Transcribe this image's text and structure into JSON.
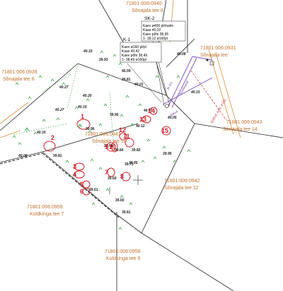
{
  "parcels": [
    {
      "id": "71801:006:0940",
      "address": "Sõnajala tee 8"
    },
    {
      "id": "71801:006:0931",
      "address": "Sõnajala tee"
    },
    {
      "id": "71801:006:0939",
      "address": "Sõnajala tee 6"
    },
    {
      "id": "71801:006:0943",
      "address": "Sõnajala tee 14"
    },
    {
      "id": "71801:006:0941",
      "address": "Sõnajala tee 10"
    },
    {
      "id": "71801:006:0942",
      "address": "Sõnajala tee 12"
    },
    {
      "id": "71801:006:0959",
      "address": "Kuldkinga tee 7"
    },
    {
      "id": "71801:006:0958",
      "address": "Kuldkinga tee 9"
    }
  ],
  "wells": [
    {
      "name": "SK-2",
      "lines": [
        "Kaev ø400 pl/malm",
        "Kaas 40,22",
        "Kaev põhi 38,95",
        "1- 39,12 ø160pl"
      ]
    },
    {
      "name": "K-1",
      "lines": [
        "Kaev ø160 pl/pl",
        "Kaas 40,42",
        "Kaev põhi 38,49",
        "1- 38,49 ø160pl"
      ]
    }
  ],
  "elevations": [
    "40.10",
    "39.93",
    "40.09",
    "39.81",
    "40.01",
    "40.27",
    "40.20",
    "40.16",
    "40.27",
    "39.95",
    "40.15",
    "40.07",
    "40.05",
    "40.12",
    "40.15",
    "40.08",
    "39.96",
    "39.98",
    "39.81",
    "39.84",
    "39.82",
    "39.95",
    "39.71",
    "39.69",
    "39.61",
    "39.60",
    "39.81",
    "39.85",
    "40.08"
  ],
  "trees": [
    "1",
    "2",
    "3",
    "4",
    "5",
    "6",
    "7",
    "8",
    "9",
    "10",
    "11",
    "12",
    "13",
    "14",
    "15"
  ],
  "pipe_labels": [
    "Isikud",
    "Survekanal",
    "JK 6/2"
  ],
  "red_note": "SURVE KAN. K150"
}
